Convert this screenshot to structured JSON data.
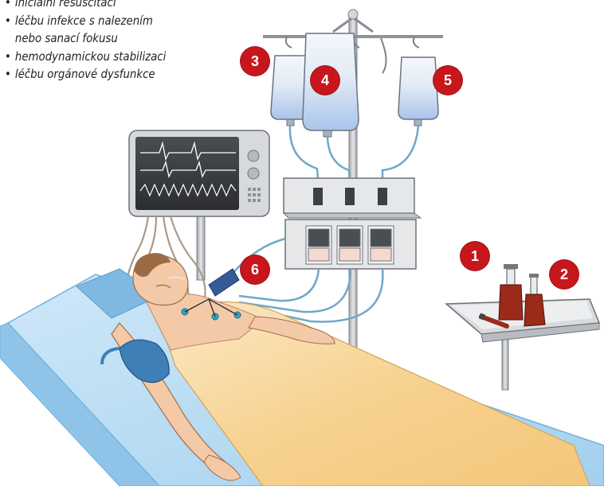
{
  "bullets": [
    {
      "bullet": "•",
      "lines": [
        "iniciální resuscitaci"
      ]
    },
    {
      "bullet": "•",
      "lines": [
        "léčbu infekce s nalezením",
        "nebo sanací fokusu"
      ]
    },
    {
      "bullet": "•",
      "lines": [
        "hemodynamickou stabilizaci"
      ]
    },
    {
      "bullet": "•",
      "lines": [
        "léčbu orgánové dysfunkce"
      ]
    }
  ],
  "markers": [
    {
      "number": "1",
      "color": "#c8161d"
    },
    {
      "number": "2",
      "color": "#c8161d"
    },
    {
      "number": "3",
      "color": "#c8161d"
    },
    {
      "number": "4",
      "color": "#c8161d"
    },
    {
      "number": "5",
      "color": "#c8161d"
    },
    {
      "number": "6",
      "color": "#c8161d"
    }
  ],
  "colors": {
    "bed": "#a9d4ef",
    "bed_dark": "#6fb0de",
    "skin": "#f3c9a7",
    "blanket": "#f8d79a",
    "fluid": "#c9dcf3",
    "blood": "#9b2a1a",
    "metal": "#c9cbcf",
    "tube": "#6fa8c8",
    "cuff": "#3f7fb8",
    "marker": "#c8161d"
  }
}
